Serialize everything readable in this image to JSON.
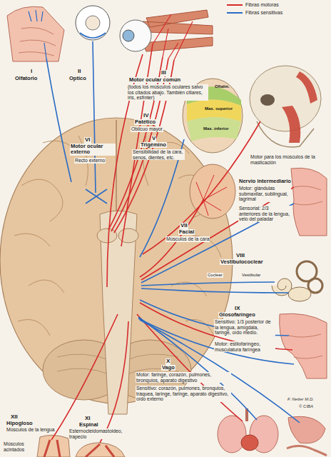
{
  "diagram": {
    "labels": [
      "I",
      "Olfatorio",
      "II",
      "Optico",
      "III",
      "Motor ocular común",
      "(todos los músculos oculares salvo los citados abajo. También ciliares, iris, esfínter)",
      "IV",
      "Patético",
      "Oblicuo mayor",
      "VI",
      "Motor ocular externo",
      "Recto externo",
      "V",
      "Trigémino",
      "Sensibilidad de la cara, senos, dientes, etc.",
      "Oftalm.",
      "Max. superior",
      "Max. inferior",
      "Motor para los músculos de la masticación",
      "Nervio intermediario",
      "Motor: glándulas submaxilar, sublingual, lagrimal",
      "Sensorial: 2/3 anteriores de la lengua, velo del paladar",
      "VII",
      "Facial",
      "Músculos de la cara",
      "VIII",
      "Vestibulococlear",
      "Coclear",
      "Vestibular",
      "IX",
      "Glosofaríngeo",
      "Sensitivo: 1/3 posterior de la lengua, amígdala, faringe, oído medio.",
      "Motor: estilofaríngeo, musculatura faríngea",
      "X",
      "Vago",
      "Motor: faringe, corazón, pulmones, bronquios, aparato digestivo",
      "Sensitivo: corazón, pulmones, bronquios, tráquea, laringe, faringe, aparato digestivo, oído externo",
      "XII",
      "Hipogloso",
      "Músculos de la lengua",
      "XI",
      "Espinal",
      "Esternocleidomastoideo, trapecio",
      "Músculos acintados",
      "F. Netter M.D.",
      "© CIBA"
    ],
    "legend": [
      {
        "text": "Fibras motoras"
      },
      {
        "text": "Fibras sensitivas"
      }
    ]
  }
}
